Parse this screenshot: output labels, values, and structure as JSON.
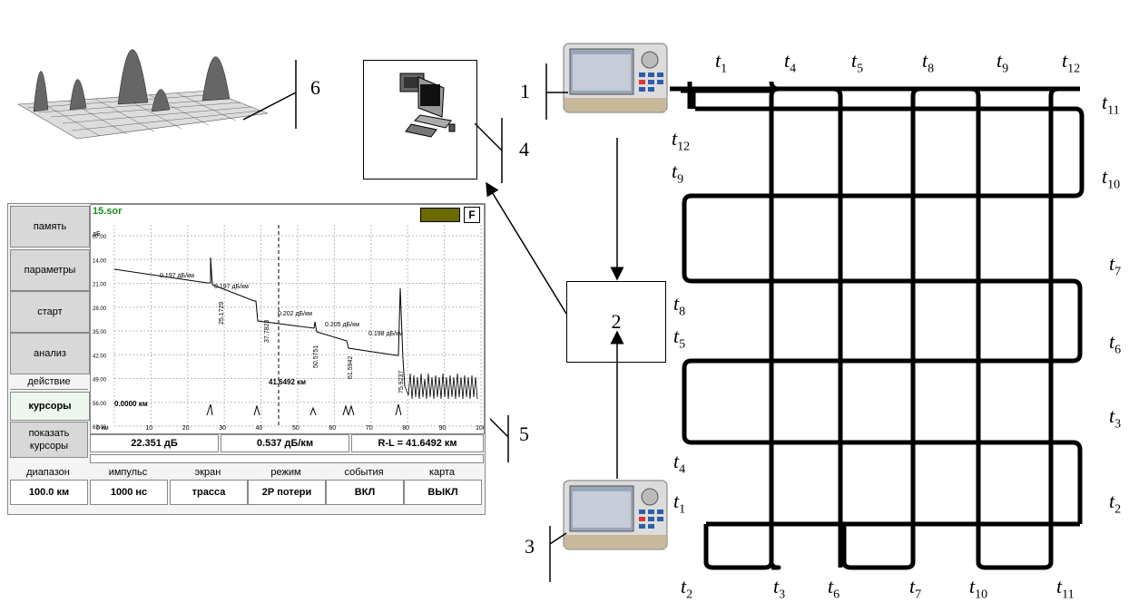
{
  "labels": {
    "n1": "1",
    "n2": "2",
    "n3": "3",
    "n4": "4",
    "n5": "5",
    "n6": "6"
  },
  "time_marks": [
    {
      "id": "t1_top",
      "sub": "1"
    },
    {
      "id": "t4_top",
      "sub": "4"
    },
    {
      "id": "t5_top",
      "sub": "5"
    },
    {
      "id": "t8_top",
      "sub": "8"
    },
    {
      "id": "t9_top",
      "sub": "9"
    },
    {
      "id": "t12_top",
      "sub": "12"
    },
    {
      "id": "t11_right",
      "sub": "11"
    },
    {
      "id": "t12_left",
      "sub": "12"
    },
    {
      "id": "t9_left",
      "sub": "9"
    },
    {
      "id": "t10_right",
      "sub": "10"
    },
    {
      "id": "t7_right",
      "sub": "7"
    },
    {
      "id": "t8_left",
      "sub": "8"
    },
    {
      "id": "t5_left",
      "sub": "5"
    },
    {
      "id": "t6_right",
      "sub": "6"
    },
    {
      "id": "t3_right",
      "sub": "3"
    },
    {
      "id": "t4_left",
      "sub": "4"
    },
    {
      "id": "t1_left",
      "sub": "1"
    },
    {
      "id": "t2_right",
      "sub": "2"
    },
    {
      "id": "t2_bot",
      "sub": "2"
    },
    {
      "id": "t3_bot",
      "sub": "3"
    },
    {
      "id": "t6_bot",
      "sub": "6"
    },
    {
      "id": "t7_bot",
      "sub": "7"
    },
    {
      "id": "t10_bot",
      "sub": "10"
    },
    {
      "id": "t11_bot",
      "sub": "11"
    }
  ],
  "time_symbol": "t",
  "otdr": {
    "file_name": "15.sor",
    "f_badge": "F",
    "side_buttons": [
      "память",
      "параметры",
      "старт",
      "анализ"
    ],
    "action_group_label": "действие",
    "action_button": "курсоры",
    "show_button": "показать курсоры",
    "y_unit": "дБ",
    "y_ticks": [
      "07.00",
      "14.00",
      "21.00",
      "28.00",
      "35.00",
      "42.00",
      "49.00",
      "56.00",
      "63.00"
    ],
    "x_ticks": [
      "0 км",
      "10",
      "20",
      "30",
      "40",
      "50",
      "60",
      "70",
      "80",
      "90",
      "100"
    ],
    "slopes": [
      "0.197 дБ/км",
      "0.197 дБ/км",
      "0.202 дБ/км",
      "0.205 дБ/км",
      "0.198 дБ/км"
    ],
    "events": [
      "25.1729",
      "37.7823",
      "50.5751",
      "61.5942",
      "75.9237"
    ],
    "cursor_label": "41.6492 км",
    "origin_label": "0.0000 км",
    "measure_db": "22.351 дБ",
    "measure_slope": "0.537 дБ/км",
    "measure_rl": "R-L = 41.6492 км",
    "bottom_tabs": [
      {
        "label": "диапазон",
        "value": "100.0 км"
      },
      {
        "label": "импульс",
        "value": "1000 нс"
      },
      {
        "label": "экран",
        "value": "трасса"
      },
      {
        "label": "режим",
        "value": "2Р потери"
      },
      {
        "label": "события",
        "value": "ВКЛ"
      },
      {
        "label": "карта",
        "value": "ВЫКЛ"
      }
    ]
  }
}
